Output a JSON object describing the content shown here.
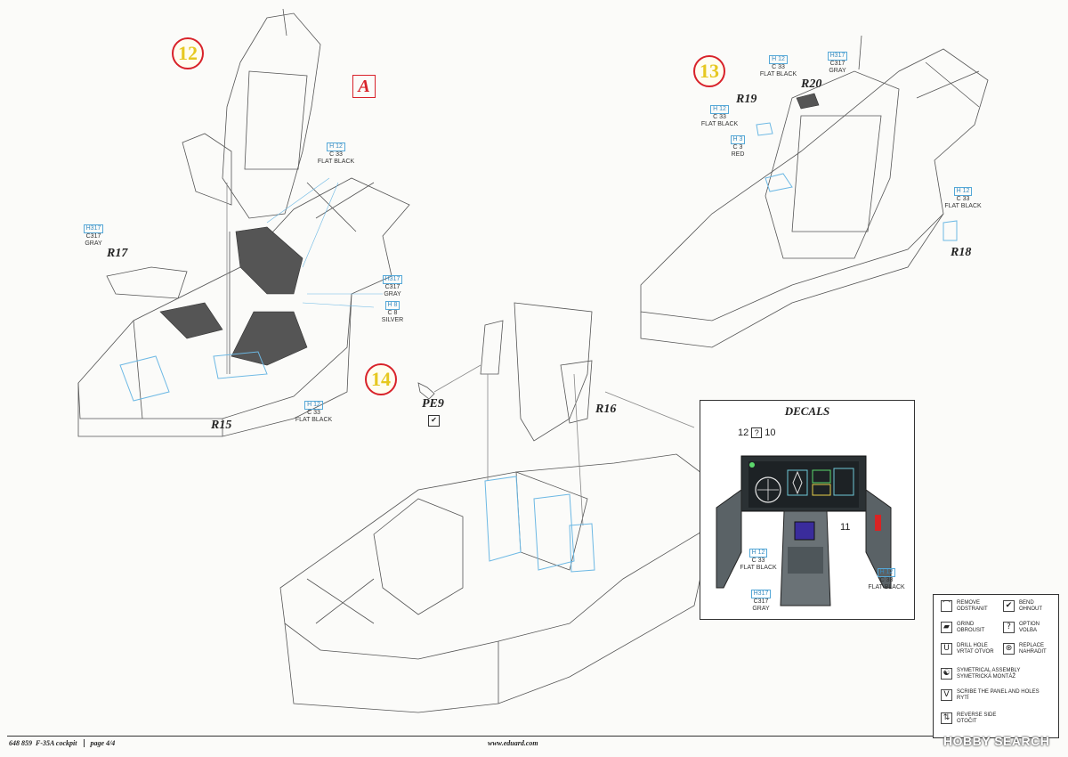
{
  "steps": {
    "s12": "12",
    "s13": "13",
    "s14": "14",
    "section_a": "A"
  },
  "parts": {
    "r15": "R15",
    "r16": "R16",
    "r17": "R17",
    "r18": "R18",
    "r19": "R19",
    "r20": "R20",
    "pe9": "PE9"
  },
  "paint": [
    {
      "code": "H 12",
      "name1": "C 33",
      "name2": "FLAT BLACK"
    },
    {
      "code": "H317",
      "name1": "C317",
      "name2": "GRAY"
    },
    {
      "code": "H317",
      "name1": "C317",
      "name2": "GRAY"
    },
    {
      "code": "H 8",
      "name1": "C 8",
      "name2": "SILVER"
    },
    {
      "code": "H 12",
      "name1": "C 33",
      "name2": "FLAT BLACK"
    },
    {
      "code": "H 12",
      "name1": "C 33",
      "name2": "FLAT BLACK"
    },
    {
      "code": "H317",
      "name1": "C317",
      "name2": "GRAY"
    },
    {
      "code": "H 12",
      "name1": "C 33",
      "name2": "FLAT BLACK"
    },
    {
      "code": "H 3",
      "name1": "C 3",
      "name2": "RED"
    },
    {
      "code": "H 12",
      "name1": "C 33",
      "name2": "FLAT BLACK"
    },
    {
      "code": "H 12",
      "name1": "C 33",
      "name2": "FLAT BLACK"
    },
    {
      "code": "H 12",
      "name1": "C 33",
      "name2": "FLAT BLACK"
    },
    {
      "code": "H317",
      "name1": "C317",
      "name2": "GRAY"
    }
  ],
  "decals": {
    "title": "DECALS",
    "num_left": "12",
    "option_mark": "?",
    "num_right": "10",
    "num_11": "11"
  },
  "legend": [
    {
      "icon": "remove-icon",
      "glyph": "⌒",
      "l1": "REMOVE",
      "l2": "ODSTRANIT"
    },
    {
      "icon": "bend-icon",
      "glyph": "✔",
      "l1": "BEND",
      "l2": "OHNOUT"
    },
    {
      "icon": "grind-icon",
      "glyph": "▰",
      "l1": "GRIND",
      "l2": "OBROUSIT"
    },
    {
      "icon": "option-icon",
      "glyph": "?",
      "l1": "OPTION",
      "l2": "VOLBA"
    },
    {
      "icon": "drill-hole-icon",
      "glyph": "U",
      "l1": "DRILL HOLE",
      "l2": "VRTAT OTVOR"
    },
    {
      "icon": "replace-icon",
      "glyph": "⊛",
      "l1": "REPLACE",
      "l2": "NAHRADIT"
    },
    {
      "icon": "symmetrical-icon",
      "glyph": "☯",
      "l1": "SYMETRICAL ASSEMBLY",
      "l2": "SYMETRICKÁ MONTÁŽ"
    },
    {
      "icon": "scribe-icon",
      "glyph": "V",
      "l1": "SCRIBE THE PANEL AND HOLES",
      "l2": "RYTÍ"
    },
    {
      "icon": "reverse-side-icon",
      "glyph": "⇅",
      "l1": "REVERSE SIDE",
      "l2": "OTOČIT"
    }
  ],
  "footer": {
    "code": "648 859",
    "title": "F-35A cockpit",
    "page": "page 4/4",
    "url": "www.eduard.com"
  },
  "watermark": {
    "text": "HOBBY SEARCH"
  },
  "colors": {
    "step_circle": "#d8222a",
    "step_number": "#e6c820",
    "paint_code": "#3a8cc0",
    "blue_parts": "#6cb8e4"
  }
}
